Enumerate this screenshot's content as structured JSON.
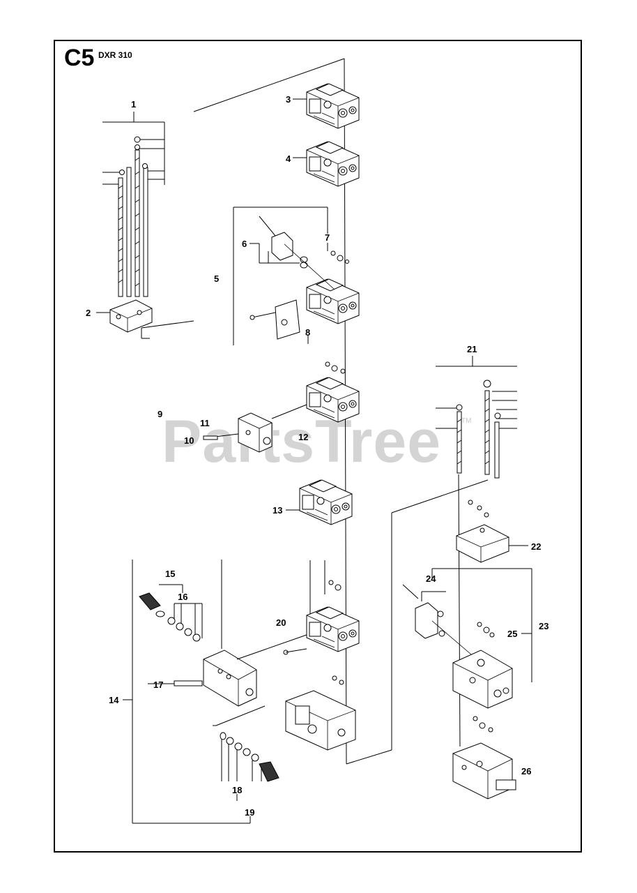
{
  "header": {
    "section_code": "C5",
    "model": "DXR 310"
  },
  "watermark": {
    "text": "PartsTree",
    "tm": "TM"
  },
  "callouts": [
    {
      "id": "1",
      "label": "1"
    },
    {
      "id": "2",
      "label": "2"
    },
    {
      "id": "3",
      "label": "3"
    },
    {
      "id": "4",
      "label": "4"
    },
    {
      "id": "5",
      "label": "5"
    },
    {
      "id": "6",
      "label": "6"
    },
    {
      "id": "7",
      "label": "7"
    },
    {
      "id": "8",
      "label": "8"
    },
    {
      "id": "9",
      "label": "9"
    },
    {
      "id": "10",
      "label": "10"
    },
    {
      "id": "11",
      "label": "11"
    },
    {
      "id": "12",
      "label": "12"
    },
    {
      "id": "13",
      "label": "13"
    },
    {
      "id": "14",
      "label": "14"
    },
    {
      "id": "15",
      "label": "15"
    },
    {
      "id": "16",
      "label": "16"
    },
    {
      "id": "17",
      "label": "17"
    },
    {
      "id": "18",
      "label": "18"
    },
    {
      "id": "19",
      "label": "19"
    },
    {
      "id": "20",
      "label": "20"
    },
    {
      "id": "21",
      "label": "21"
    },
    {
      "id": "22",
      "label": "22"
    },
    {
      "id": "23",
      "label": "23"
    },
    {
      "id": "24",
      "label": "24"
    },
    {
      "id": "25",
      "label": "25"
    },
    {
      "id": "26",
      "label": "26"
    }
  ]
}
